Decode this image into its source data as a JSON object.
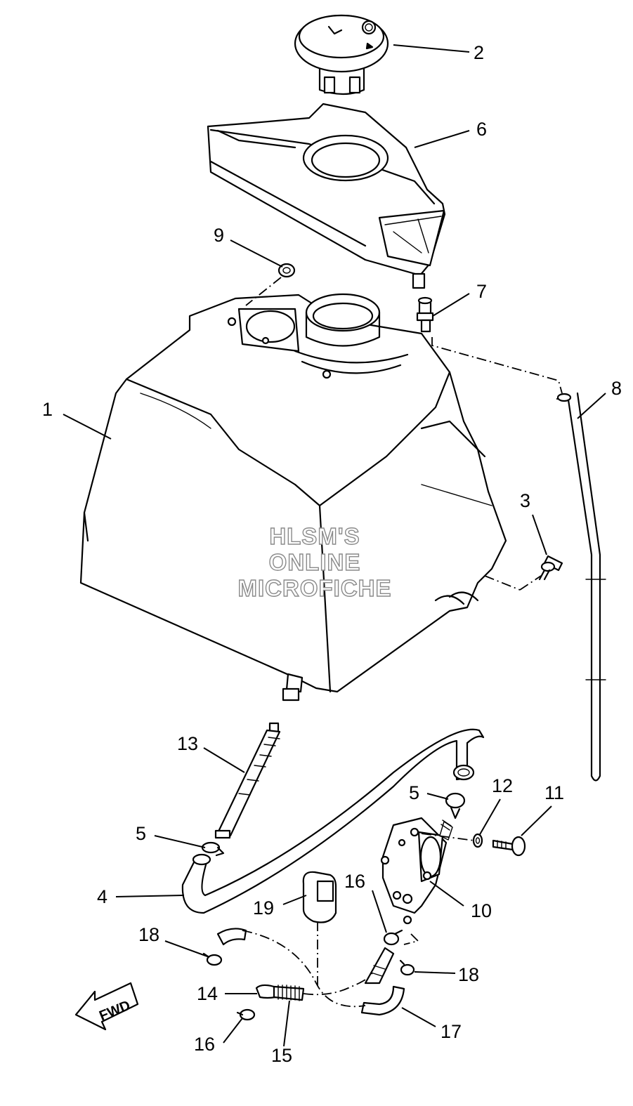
{
  "watermark": {
    "line1": "HLSM'S",
    "line2": "ONLINE",
    "line3": "MICROFICHE"
  },
  "direction_badge": "FWD",
  "callouts": [
    {
      "key": "c1",
      "label": "1"
    },
    {
      "key": "c2",
      "label": "2"
    },
    {
      "key": "c3",
      "label": "3"
    },
    {
      "key": "c4",
      "label": "4"
    },
    {
      "key": "c5a",
      "label": "5"
    },
    {
      "key": "c5b",
      "label": "5"
    },
    {
      "key": "c6",
      "label": "6"
    },
    {
      "key": "c7",
      "label": "7"
    },
    {
      "key": "c8",
      "label": "8"
    },
    {
      "key": "c9",
      "label": "9"
    },
    {
      "key": "c10",
      "label": "10"
    },
    {
      "key": "c11",
      "label": "11"
    },
    {
      "key": "c12",
      "label": "12"
    },
    {
      "key": "c13",
      "label": "13"
    },
    {
      "key": "c14",
      "label": "14"
    },
    {
      "key": "c15",
      "label": "15"
    },
    {
      "key": "c16a",
      "label": "16"
    },
    {
      "key": "c16b",
      "label": "16"
    },
    {
      "key": "c17",
      "label": "17"
    },
    {
      "key": "c18a",
      "label": "18"
    },
    {
      "key": "c18b",
      "label": "18"
    },
    {
      "key": "c19",
      "label": "19"
    }
  ]
}
